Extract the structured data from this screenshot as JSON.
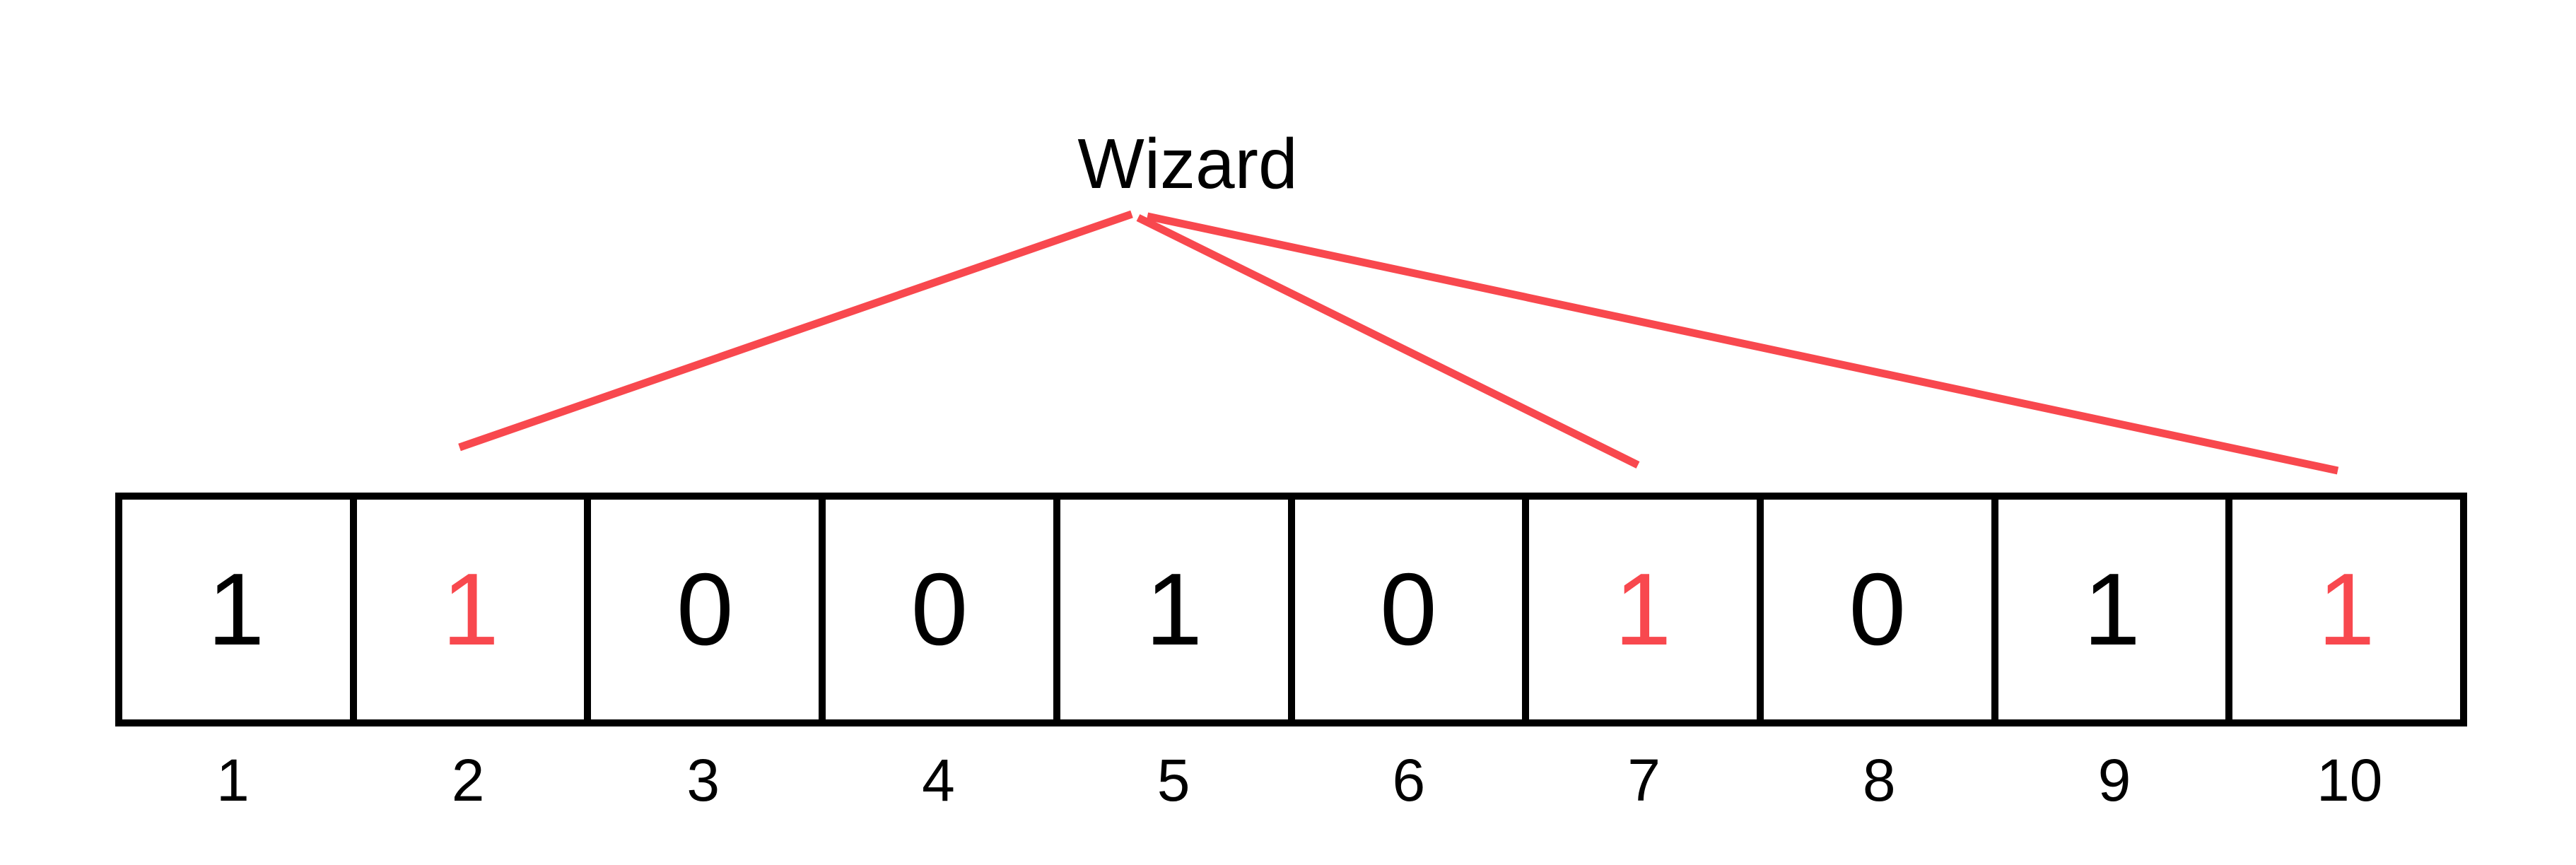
{
  "pointer": {
    "label": "Wizard",
    "targets": [
      2,
      7,
      10
    ]
  },
  "colors": {
    "highlight": "#F8484E",
    "text": "#000000",
    "border": "#000000",
    "background": "#FFFFFF"
  },
  "array": {
    "cells": [
      {
        "index": "1",
        "value": "1",
        "highlighted": false
      },
      {
        "index": "2",
        "value": "1",
        "highlighted": true
      },
      {
        "index": "3",
        "value": "0",
        "highlighted": false
      },
      {
        "index": "4",
        "value": "0",
        "highlighted": false
      },
      {
        "index": "5",
        "value": "1",
        "highlighted": false
      },
      {
        "index": "6",
        "value": "0",
        "highlighted": false
      },
      {
        "index": "7",
        "value": "1",
        "highlighted": true
      },
      {
        "index": "8",
        "value": "0",
        "highlighted": false
      },
      {
        "index": "9",
        "value": "1",
        "highlighted": false
      },
      {
        "index": "10",
        "value": "1",
        "highlighted": true
      }
    ]
  }
}
